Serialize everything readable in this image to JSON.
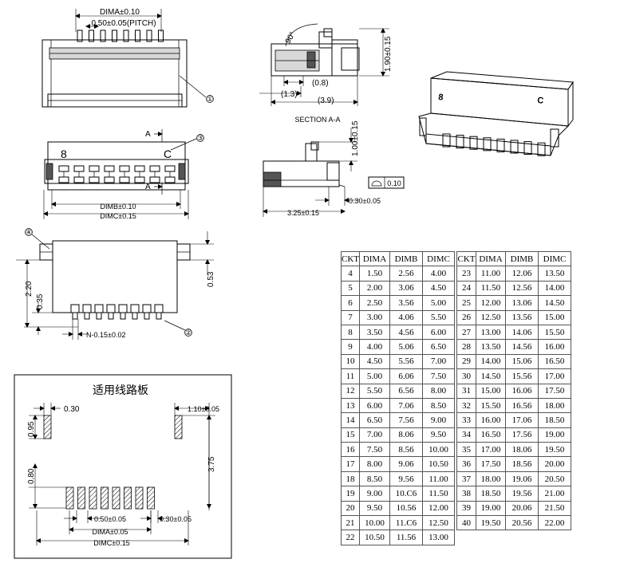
{
  "labels": {
    "dima_010": "DIMA±0.10",
    "pitch": "0.50±0.05(PITCH)",
    "angle_90": "90°",
    "height_190": "1.90±0.15",
    "dim_08": "(0.8)",
    "dim_13": "(1.3)",
    "dim_39": "(3.9)",
    "section": "SECTION A-A",
    "arrow_a": "A",
    "mark_8": "8",
    "mark_c": "C",
    "dimb_010": "DIMB±0.10",
    "dimc_015": "DIMC±0.15",
    "height_100": "1.00±0.15",
    "flat_010": "0.10",
    "dim_030_005": "0.30±0.05",
    "dim_325": "3.25±0.15",
    "dim_220": "2.20",
    "dim_035": "0.35",
    "dim_053": "0.53",
    "lead_width": "N-0.15±0.02",
    "callouts": [
      "①",
      "③",
      "④",
      "②"
    ],
    "pcb_title": "适用线路板",
    "pcb_030": "0.30",
    "pcb_110": "1.10±0.05",
    "pcb_095": "0.95",
    "pcb_080": "0.80",
    "pcb_375": "3.75",
    "pcb_pitch": "0.50±0.05",
    "pcb_030_005": "0.30±0.05",
    "pcb_dima": "DIMA±0.05",
    "pcb_dimc": "DIMC±0.15"
  },
  "table": {
    "headers": [
      "CKT",
      "DIMA",
      "DIMB",
      "DIMC"
    ],
    "left_rows": [
      [
        "4",
        "1.50",
        "2.56",
        "4.00"
      ],
      [
        "5",
        "2.00",
        "3.06",
        "4.50"
      ],
      [
        "6",
        "2.50",
        "3.56",
        "5.00"
      ],
      [
        "7",
        "3.00",
        "4.06",
        "5.50"
      ],
      [
        "8",
        "3.50",
        "4.56",
        "6.00"
      ],
      [
        "9",
        "4.00",
        "5.06",
        "6.50"
      ],
      [
        "10",
        "4.50",
        "5.56",
        "7.00"
      ],
      [
        "11",
        "5.00",
        "6.06",
        "7.50"
      ],
      [
        "12",
        "5.50",
        "6.56",
        "8.00"
      ],
      [
        "13",
        "6.00",
        "7.06",
        "8.50"
      ],
      [
        "14",
        "6.50",
        "7.56",
        "9.00"
      ],
      [
        "15",
        "7.00",
        "8.06",
        "9.50"
      ],
      [
        "16",
        "7.50",
        "8.56",
        "10.00"
      ],
      [
        "17",
        "8.00",
        "9.06",
        "10.50"
      ],
      [
        "18",
        "8.50",
        "9.56",
        "11.00"
      ],
      [
        "19",
        "9.00",
        "10.C6",
        "11.50"
      ],
      [
        "20",
        "9.50",
        "10.56",
        "12.00"
      ],
      [
        "21",
        "10.00",
        "11.C6",
        "12.50"
      ],
      [
        "22",
        "10.50",
        "11.56",
        "13.00"
      ]
    ],
    "right_rows": [
      [
        "23",
        "11.00",
        "12.06",
        "13.50"
      ],
      [
        "24",
        "11.50",
        "12.56",
        "14.00"
      ],
      [
        "25",
        "12.00",
        "13.06",
        "14.50"
      ],
      [
        "26",
        "12.50",
        "13.56",
        "15.00"
      ],
      [
        "27",
        "13.00",
        "14.06",
        "15.50"
      ],
      [
        "28",
        "13.50",
        "14.56",
        "16.00"
      ],
      [
        "29",
        "14.00",
        "15.06",
        "16.50"
      ],
      [
        "30",
        "14.50",
        "15.56",
        "17.00"
      ],
      [
        "31",
        "15.00",
        "16.06",
        "17.50"
      ],
      [
        "32",
        "15.50",
        "16.56",
        "18.00"
      ],
      [
        "33",
        "16.00",
        "17.06",
        "18.50"
      ],
      [
        "34",
        "16.50",
        "17.56",
        "19.00"
      ],
      [
        "35",
        "17.00",
        "18.06",
        "19.50"
      ],
      [
        "36",
        "17.50",
        "18.56",
        "20.00"
      ],
      [
        "37",
        "18.00",
        "19.06",
        "20.50"
      ],
      [
        "38",
        "18.50",
        "19.56",
        "21.00"
      ],
      [
        "39",
        "19.00",
        "20.06",
        "21.50"
      ],
      [
        "40",
        "19.50",
        "20.56",
        "22.00"
      ]
    ]
  }
}
